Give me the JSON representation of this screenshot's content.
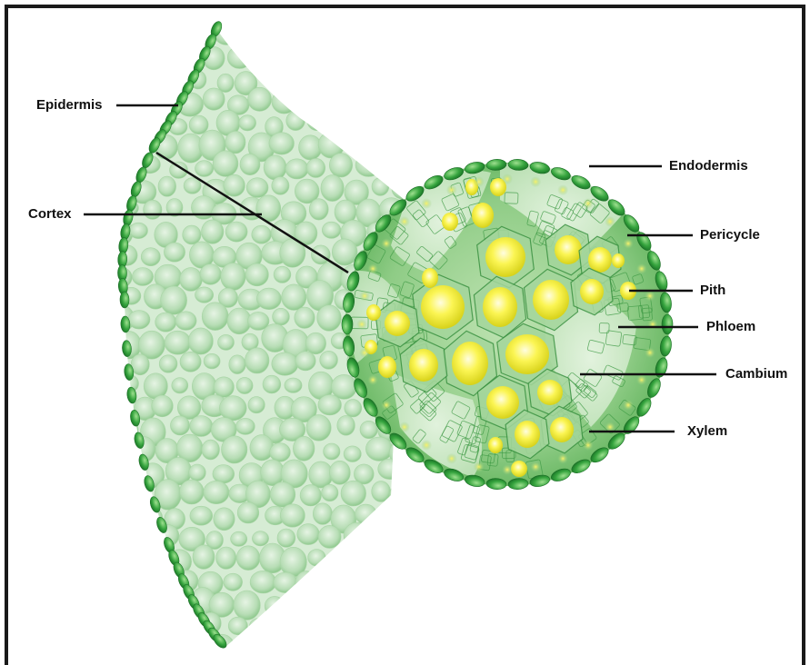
{
  "labels": {
    "epidermis": "Epidermis",
    "cortex": "Cortex",
    "endodermis": "Endodermis",
    "pericycle": "Pericycle",
    "pith": "Pith",
    "phloem": "Phloem",
    "cambium": "Cambium",
    "xylem": "Xylem"
  },
  "colors": {
    "epidermis_cell": "#2f9e3a",
    "cortex_cell": "#b6ddb4",
    "pith_cell": "#f6f23a",
    "leader_line": "#111111",
    "frame": "#1a1a1a"
  }
}
